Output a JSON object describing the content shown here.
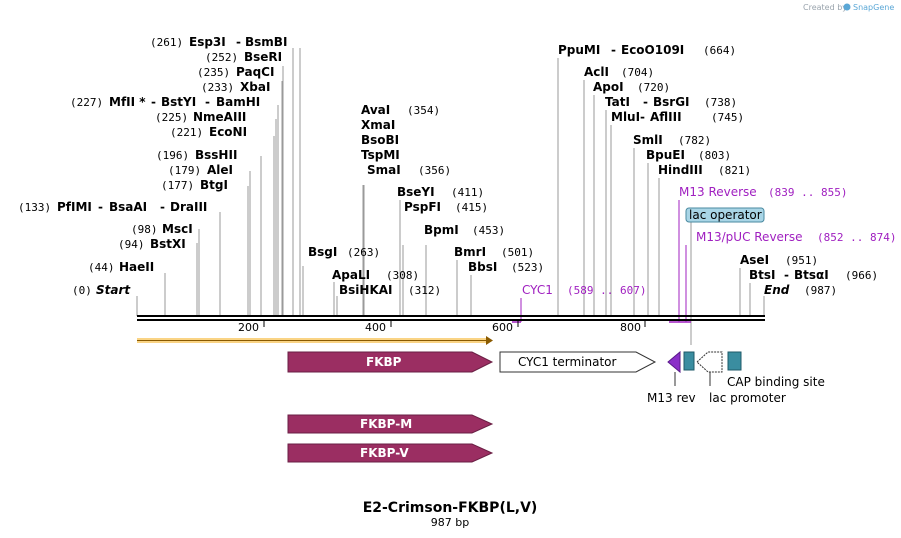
{
  "credit": {
    "prefix": "Created by",
    "brand": "SnapGene"
  },
  "title": "E2-Crimson-FKBP(L,V)",
  "subtitle": "987 bp",
  "sequence": {
    "length": 987,
    "ticks": [
      "200",
      "400",
      "600",
      "800"
    ]
  },
  "enzyme_labels": [
    {
      "text": "(261)"
    },
    {
      "text": "Esp3I"
    },
    {
      "text": "-"
    },
    {
      "text": "BsmBI"
    },
    {
      "text": "(252)"
    },
    {
      "text": "BseRI"
    },
    {
      "text": "(235)"
    },
    {
      "text": "PaqCI"
    },
    {
      "text": "(233)"
    },
    {
      "text": "XbaI"
    },
    {
      "text": "(227)"
    },
    {
      "text": "MfII *"
    },
    {
      "text": "-"
    },
    {
      "text": "BstYI"
    },
    {
      "text": "-"
    },
    {
      "text": "BamHI"
    },
    {
      "text": "(225)"
    },
    {
      "text": "NmeAIII"
    },
    {
      "text": "(221)"
    },
    {
      "text": "EcoNI"
    },
    {
      "text": "(196)"
    },
    {
      "text": "BssHII"
    },
    {
      "text": "(179)"
    },
    {
      "text": "AleI"
    },
    {
      "text": "(177)"
    },
    {
      "text": "BtgI"
    },
    {
      "text": "(133)"
    },
    {
      "text": "PfIMI"
    },
    {
      "text": "-"
    },
    {
      "text": "BsaAI"
    },
    {
      "text": "-"
    },
    {
      "text": "DraIII"
    },
    {
      "text": "(98)"
    },
    {
      "text": "MscI"
    },
    {
      "text": "(94)"
    },
    {
      "text": "BstXI"
    },
    {
      "text": "(44)"
    },
    {
      "text": "HaeII"
    },
    {
      "text": "(0)"
    },
    {
      "text": "Start"
    },
    {
      "text": "BsgI"
    },
    {
      "text": "(263)"
    },
    {
      "text": "ApaLI"
    },
    {
      "text": "(308)"
    },
    {
      "text": "BsiHKAI"
    },
    {
      "text": "(312)"
    },
    {
      "text": "AvaI"
    },
    {
      "text": "(354)"
    },
    {
      "text": "XmaI"
    },
    {
      "text": "BsoBI"
    },
    {
      "text": "TspMI"
    },
    {
      "text": "SmaI"
    },
    {
      "text": "(356)"
    },
    {
      "text": "BseYI"
    },
    {
      "text": "(411)"
    },
    {
      "text": "PspFI"
    },
    {
      "text": "(415)"
    },
    {
      "text": "BpmI"
    },
    {
      "text": "(453)"
    },
    {
      "text": "BmrI"
    },
    {
      "text": "(501)"
    },
    {
      "text": "BbsI"
    },
    {
      "text": "(523)"
    },
    {
      "text": "PpuMI"
    },
    {
      "text": "-"
    },
    {
      "text": "EcoO109I"
    },
    {
      "text": "(664)"
    },
    {
      "text": "AclI"
    },
    {
      "text": "(704)"
    },
    {
      "text": "ApoI"
    },
    {
      "text": "(720)"
    },
    {
      "text": "TatI"
    },
    {
      "text": "-"
    },
    {
      "text": "BsrGI"
    },
    {
      "text": "(738)"
    },
    {
      "text": "MluI"
    },
    {
      "text": "-"
    },
    {
      "text": "AflIII"
    },
    {
      "text": "(745)"
    },
    {
      "text": "SmlI"
    },
    {
      "text": "(782)"
    },
    {
      "text": "BpuEI"
    },
    {
      "text": "(803)"
    },
    {
      "text": "HindIII"
    },
    {
      "text": "(821)"
    },
    {
      "text": "AseI"
    },
    {
      "text": "(951)"
    },
    {
      "text": "BtsI"
    },
    {
      "text": "-"
    },
    {
      "text": "BtsαI"
    },
    {
      "text": "(966)"
    },
    {
      "text": "End"
    },
    {
      "text": "(987)"
    }
  ],
  "primers": [
    {
      "name": "CYC1",
      "range": "(589 .. 607)"
    },
    {
      "name": "M13 Reverse",
      "range": "(839 .. 855)"
    },
    {
      "name": "M13/pUC Reverse",
      "range": "(852 .. 874)"
    }
  ],
  "features": {
    "lac_operator": "lac operator",
    "fkbp": "FKBP",
    "cyc1_terminator": "CYC1 terminator",
    "fkbp_m": "FKBP-M",
    "fkbp_v": "FKBP-V",
    "m13_rev": "M13 rev",
    "lac_promoter": "lac promoter",
    "cap_binding_site": "CAP binding site"
  },
  "colors": {
    "fkbp": "#9b2e62",
    "cap_site": "#3a8da0",
    "primer": "#a020c0",
    "orf": "#f7b733",
    "lac_operator_fill": "#a9d5e6",
    "credit_brand": "#5aa7d6"
  }
}
